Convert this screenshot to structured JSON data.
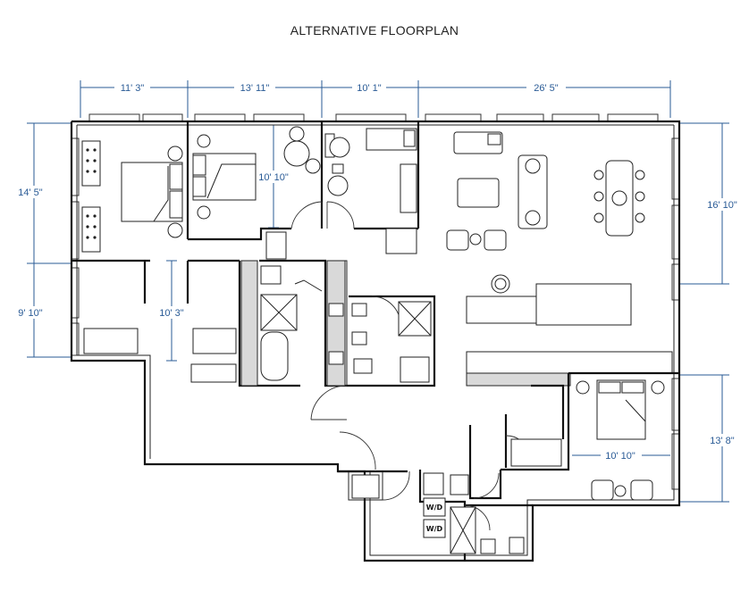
{
  "title": "ALTERNATIVE FLOORPLAN",
  "dimensions": {
    "top_1": "11' 3\"",
    "top_2": "13' 11\"",
    "top_3": "10' 1\"",
    "top_4": "26' 5\"",
    "left_1": "14' 5\"",
    "left_2": "9' 10\"",
    "inner_bed2": "10' 10\"",
    "inner_closet": "10' 3\"",
    "right_1": "16' 10\"",
    "right_2": "13' 8\"",
    "inner_bed3": "10' 10\""
  },
  "labels": {
    "washer_dryer_1": "W/D",
    "washer_dryer_2": "W/D"
  }
}
